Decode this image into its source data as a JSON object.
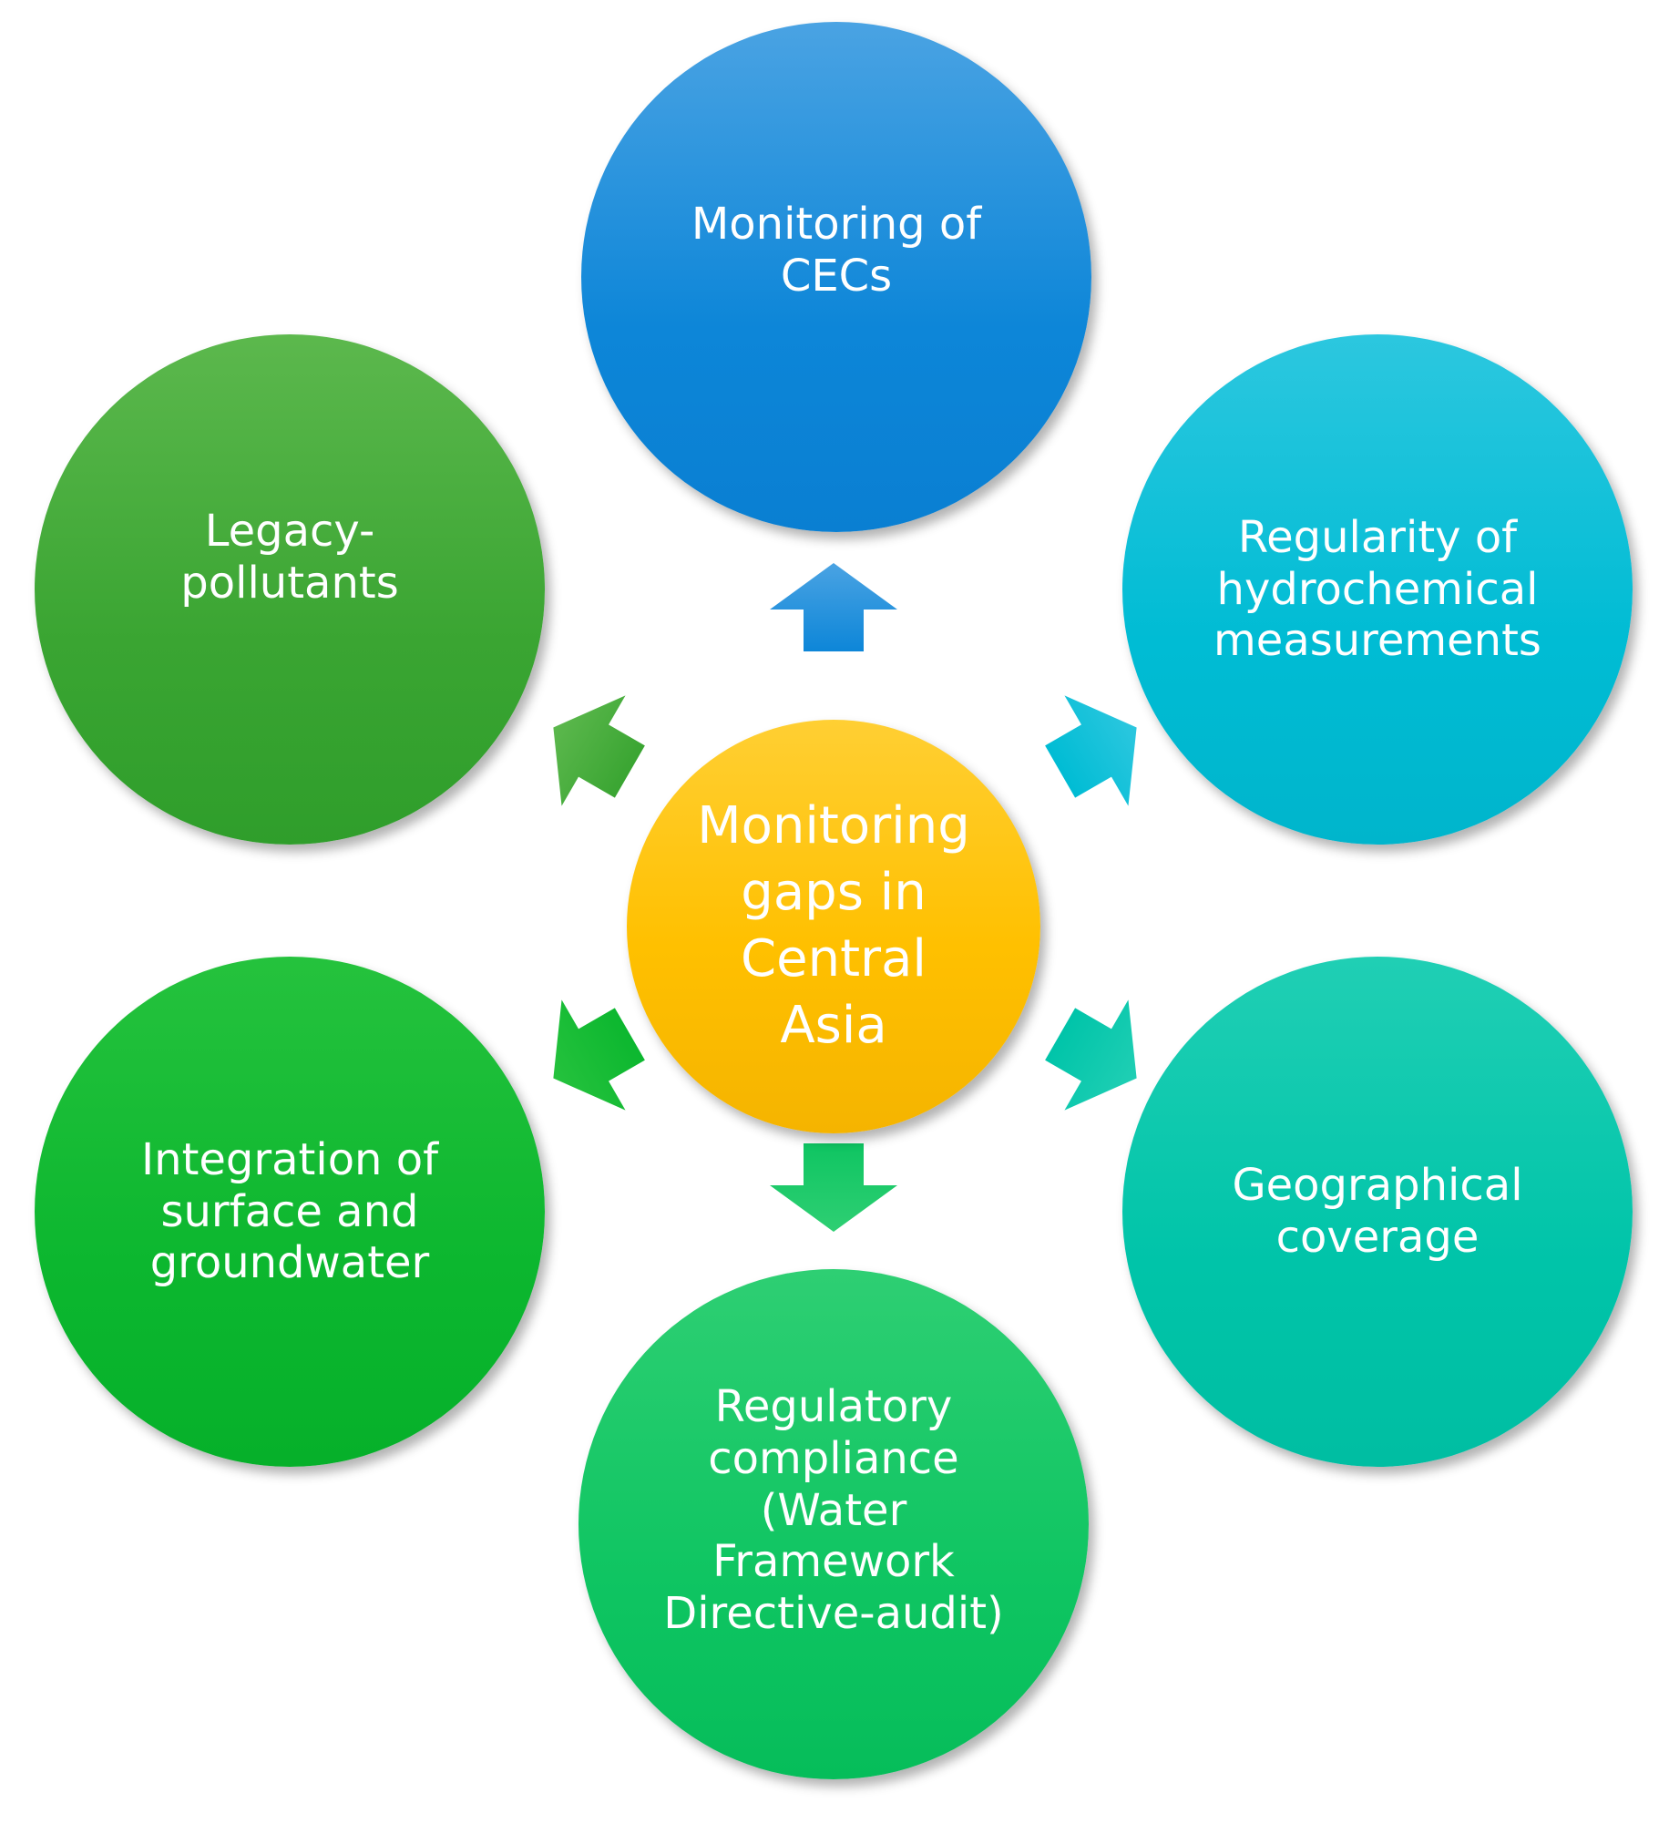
{
  "diagram": {
    "hub": {
      "label": "Monitoring\ngaps in\nCentral\nAsia",
      "color": "#ffc000"
    },
    "nodes": [
      {
        "id": "top",
        "label": "Monitoring of\nCECs",
        "color": "#0d86d8"
      },
      {
        "id": "top-right",
        "label": "Regularity of\nhydrochemical\nmeasurements",
        "color": "#00bcd4"
      },
      {
        "id": "bottom-right",
        "label": "Geographical\ncoverage",
        "color": "#00c4a9"
      },
      {
        "id": "bottom",
        "label": "Regulatory\ncompliance\n(Water\nFramework\nDirective-audit)",
        "color": "#0fc562"
      },
      {
        "id": "bottom-left",
        "label": "Integration of\nsurface and\ngroundwater",
        "color": "#0cb72f"
      },
      {
        "id": "top-left",
        "label": "Legacy-\npollutants",
        "color": "#3aa532"
      }
    ]
  }
}
